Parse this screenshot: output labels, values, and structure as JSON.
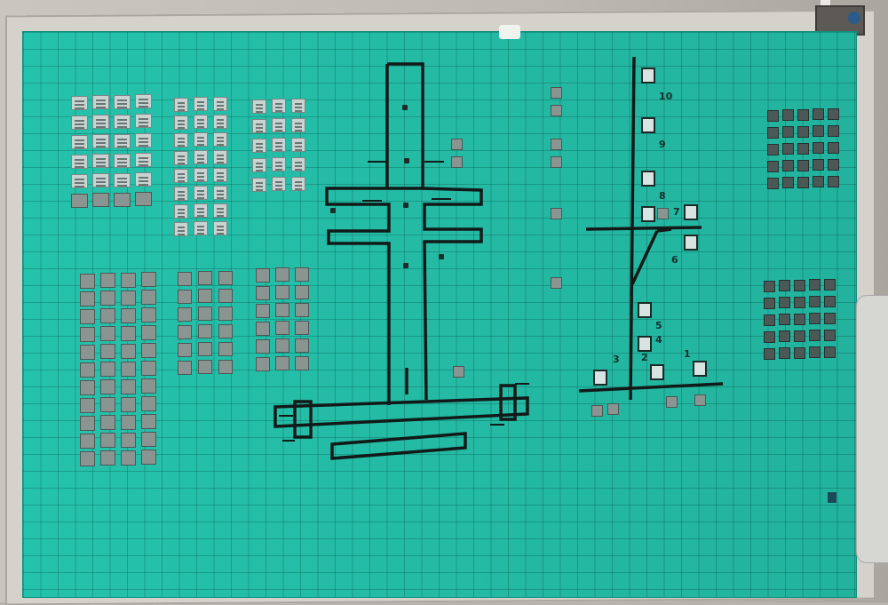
{
  "photo": {
    "subject": "control-room-mimic-panel",
    "colors": {
      "panel": "#27cbb3",
      "panel_line": "#004640",
      "diagram_line": "#111a18",
      "frame": "#d4d2cb",
      "wall": "#bdbab3"
    }
  },
  "switchyard": {
    "bay_numbers": [
      "10",
      "9",
      "8",
      "7",
      "6",
      "5",
      "4",
      "3",
      "2",
      "1"
    ]
  }
}
